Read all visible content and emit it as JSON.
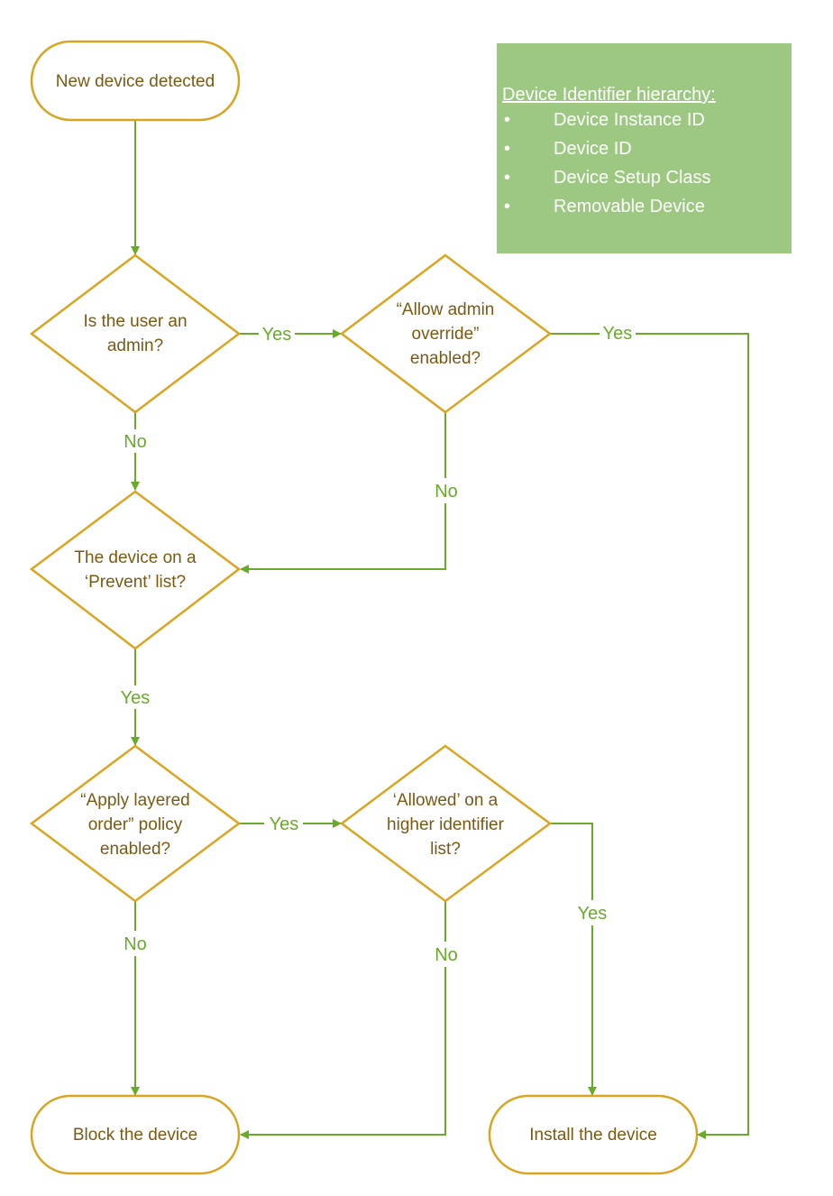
{
  "colors": {
    "node_stroke": "#d9a520",
    "node_text": "#7a5a12",
    "edge": "#6aaa2a",
    "legend_bg": "#9dc882",
    "legend_text": "#ffffff"
  },
  "nodes": {
    "start": {
      "lines": [
        "New device detected"
      ]
    },
    "is_admin": {
      "lines": [
        "Is the user an",
        "admin?"
      ]
    },
    "allow_override": {
      "lines": [
        "“Allow admin",
        "override”",
        "enabled?"
      ]
    },
    "prevent_list": {
      "lines": [
        "The device on a",
        "‘Prevent’ list?"
      ]
    },
    "layered_order": {
      "lines": [
        "“Apply layered",
        "order” policy",
        "enabled?"
      ]
    },
    "allowed_higher": {
      "lines": [
        "‘Allowed’ on a",
        "higher identifier",
        "list?"
      ]
    },
    "block": {
      "lines": [
        "Block the device"
      ]
    },
    "install": {
      "lines": [
        "Install the device"
      ]
    }
  },
  "edge_labels": {
    "admin_yes": "Yes",
    "admin_no": "No",
    "override_yes": "Yes",
    "override_no": "No",
    "prevent_yes": "Yes",
    "layered_yes": "Yes",
    "layered_no": "No",
    "allowed_no": "No",
    "allowed_yes": "Yes"
  },
  "legend": {
    "title": "Device Identifier hierarchy:",
    "bullet": "•",
    "items": [
      "Device Instance ID",
      "Device ID",
      "Device Setup Class",
      "Removable Device"
    ]
  }
}
